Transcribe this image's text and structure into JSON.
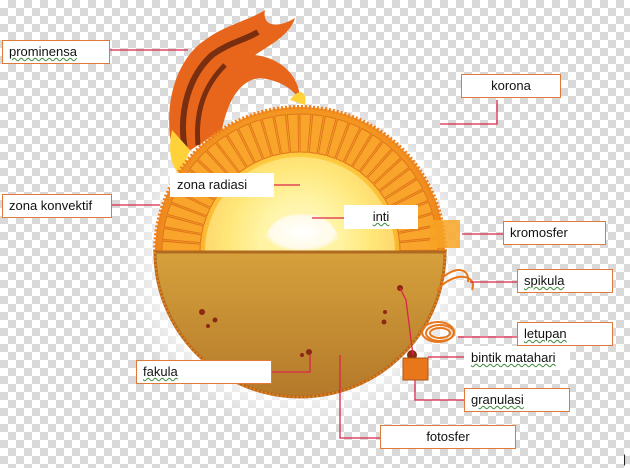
{
  "labels": {
    "prominensa": "prominensa",
    "korona": "korona",
    "zona_radiasi": "zona radiasi",
    "zona_konvektif": "zona konvektif",
    "inti": "inti",
    "kromosfer": "kromosfer",
    "spikula": "spikula",
    "letupan": "letupan",
    "bintik_matahari": "bintik matahari",
    "fakula": "fakula",
    "granulasi": "granulasi",
    "fotosfer": "fotosfer"
  },
  "colors": {
    "leader_line": "#d9264a",
    "label_border": "#e07a3a",
    "sun_outer": "#f28a1c",
    "sun_core": "#ffffff"
  }
}
